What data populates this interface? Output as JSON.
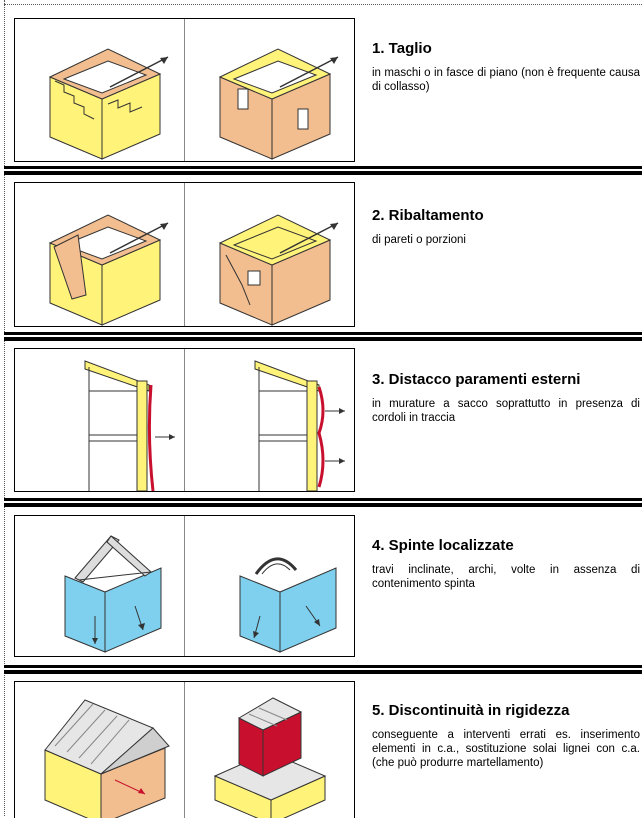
{
  "items": [
    {
      "title": "1. Taglio",
      "desc": "in maschi o in fasce di piano (non è frequente causa di collasso)"
    },
    {
      "title": "2. Ribaltamento",
      "desc": "di pareti o porzioni"
    },
    {
      "title": "3. Distacco paramenti esterni",
      "desc": "in murature a sacco soprattutto in presenza di cordoli in traccia"
    },
    {
      "title": "4. Spinte localizzate",
      "desc": "travi inclinate, archi, volte in assenza di contenimento spinta"
    },
    {
      "title": "5. Discontinuità in rigidezza",
      "desc": "conseguente a interventi errati es. inserimento elementi in c.a., sostituzione solai lignei con c.a. (che può produrre martellamento)"
    }
  ],
  "colors": {
    "yellow": "#fff37a",
    "orange": "#f2bd8f",
    "blue": "#7ed0ee",
    "red": "#c8102e",
    "roof": "#e6e6e6"
  }
}
